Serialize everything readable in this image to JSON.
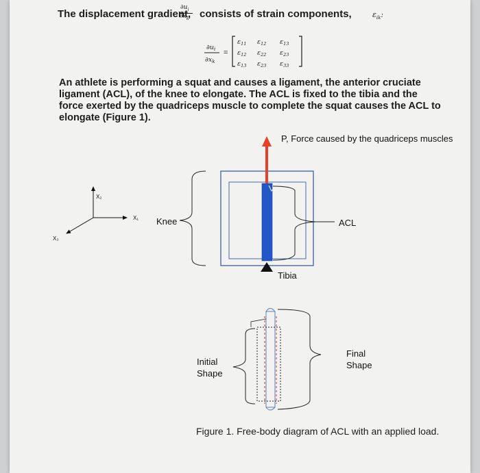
{
  "problem": {
    "intro_before": "The displacement gradient,",
    "intro_after": "consists of strain components,",
    "strain_symbol": "ε",
    "strain_sub": "ik",
    "small_frac_num": "∂u",
    "small_frac_num_sub": "i",
    "small_frac_den": "∂x",
    "small_frac_den_sub": "k",
    "matrix_lhs_num": "∂u",
    "matrix_lhs_num_sub": "i",
    "matrix_lhs_den": "∂x",
    "matrix_lhs_den_sub": "k",
    "matrix_equals": "=",
    "matrix": [
      [
        "ε11",
        "ε12",
        "ε13"
      ],
      [
        "ε12",
        "ε22",
        "ε23"
      ],
      [
        "ε13",
        "ε23",
        "ε33"
      ]
    ],
    "paragraph": "An athlete is performing a squat and causes a ligament, the anterior cruciate ligament (ACL), of the knee to elongate.  The ACL is fixed to the tibia and the force exerted by the quadriceps muscle to complete the squat causes the ACL to elongate (Figure 1)."
  },
  "diagram": {
    "force_label": "P, Force caused by the quadriceps muscles",
    "knee_label": "Knee",
    "acl_label": "ACL",
    "tibia_label": "Tibia",
    "initial_label_line1": "Initial",
    "initial_label_line2": "Shape",
    "final_label_line1": "Final",
    "final_label_line2": "Shape",
    "axis_x1": "X₁",
    "axis_x2": "X₂",
    "axis_x3": "X₃",
    "colors": {
      "force_arrow": "#e8412a",
      "acl_bar": "#2456c8",
      "box_outline": "#4a6aa8",
      "dashed_red": "#d9302a"
    }
  },
  "caption": "Figure 1. Free-body diagram of ACL with an applied load."
}
